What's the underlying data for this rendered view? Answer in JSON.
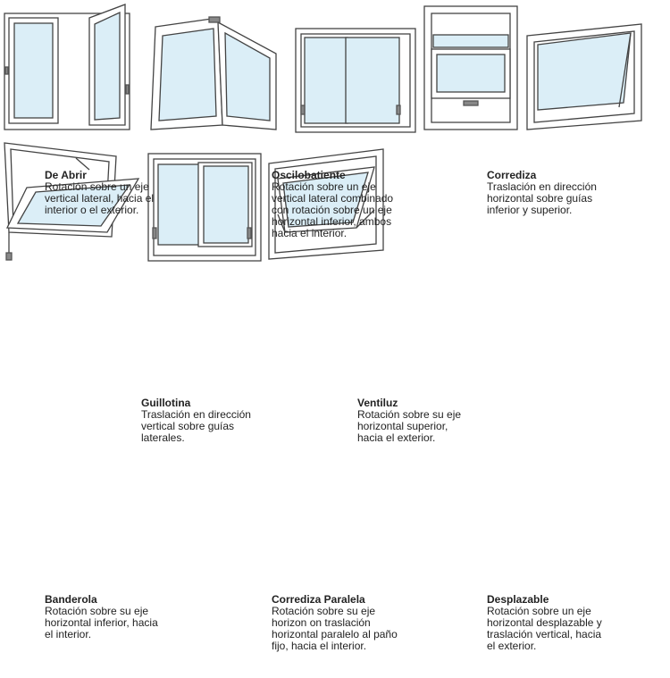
{
  "windows": [
    {
      "title": "De Abrir",
      "description": "Rotación sobre un eje\nvertical lateral, hacia el\ninterior o el exterior."
    },
    {
      "title": "Oscilobatiente",
      "description": "Rotación sobre un eje\nvertical lateral combinado\ncon rotación sobre un eje\nhorizontal inferior, ambos\nhacia el interior."
    },
    {
      "title": "Corrediza",
      "description": "Traslación en dirección\nhorizontal sobre guías\ninferior y superior."
    },
    {
      "title": "Guillotina",
      "description": "Traslación en dirección\nvertical sobre guías\nlaterales."
    },
    {
      "title": "Ventiluz",
      "description": "Rotación sobre su eje\nhorizontal superior,\nhacia el exterior."
    },
    {
      "title": "Banderola",
      "description": "Rotación sobre su eje\nhorizontal inferior, hacia\nel interior."
    },
    {
      "title": "Corrediza Paralela",
      "description": "Rotación sobre su eje\nhorizon    on traslación\nhorizontal paralelo al paño\nfijo, hacia el interior."
    },
    {
      "title": "Desplazable",
      "description": "Rotación sobre un eje\nhorizontal desplazable y\ntraslación vertical, hacia\nel exterior."
    }
  ]
}
